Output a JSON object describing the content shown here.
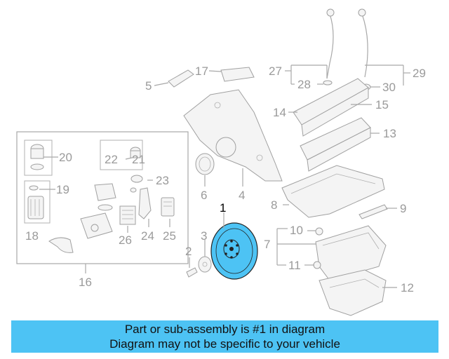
{
  "diagram": {
    "highlighted_part": "1",
    "highlight_color": "#4dc3f4",
    "callouts": {
      "c1": "1",
      "c2": "2",
      "c3": "3",
      "c4": "4",
      "c5": "5",
      "c6": "6",
      "c7": "7",
      "c8": "8",
      "c9": "9",
      "c10": "10",
      "c11": "11",
      "c12": "12",
      "c13": "13",
      "c14": "14",
      "c15": "15",
      "c16": "16",
      "c17": "17",
      "c18": "18",
      "c19": "19",
      "c20": "20",
      "c21": "21",
      "c22": "22",
      "c23": "23",
      "c24": "24",
      "c25": "25",
      "c26": "26",
      "c27": "27",
      "c28": "28",
      "c29": "29",
      "c30": "30"
    }
  },
  "banner": {
    "line1": "Part or sub-assembly is #1 in diagram",
    "line2": "Diagram may not be specific to your vehicle",
    "color": "#4dc3f4"
  }
}
